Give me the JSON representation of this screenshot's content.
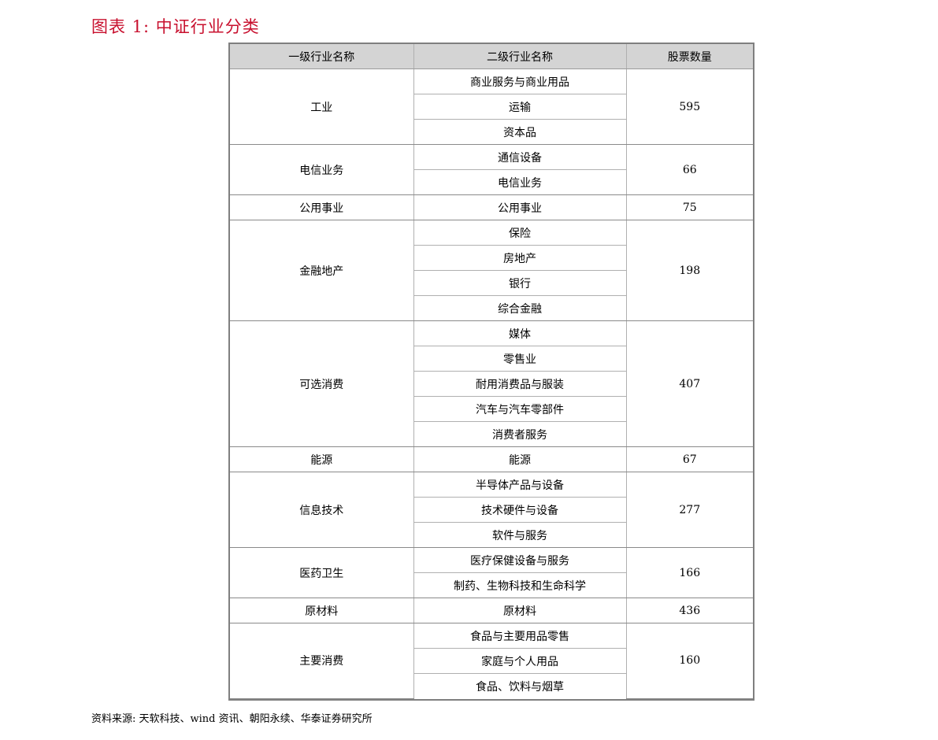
{
  "figure": {
    "title": "图表 1:  中证行业分类"
  },
  "table": {
    "headers": [
      "一级行业名称",
      "二级行业名称",
      "股票数量"
    ],
    "groups": [
      {
        "level1": "工业",
        "level2": [
          "商业服务与商业用品",
          "运输",
          "资本品"
        ],
        "count": "595"
      },
      {
        "level1": "电信业务",
        "level2": [
          "通信设备",
          "电信业务"
        ],
        "count": "66"
      },
      {
        "level1": "公用事业",
        "level2": [
          "公用事业"
        ],
        "count": "75"
      },
      {
        "level1": "金融地产",
        "level2": [
          "保险",
          "房地产",
          "银行",
          "综合金融"
        ],
        "count": "198"
      },
      {
        "level1": "可选消费",
        "level2": [
          "媒体",
          "零售业",
          "耐用消费品与服装",
          "汽车与汽车零部件",
          "消费者服务"
        ],
        "count": "407"
      },
      {
        "level1": "能源",
        "level2": [
          "能源"
        ],
        "count": "67"
      },
      {
        "level1": "信息技术",
        "level2": [
          "半导体产品与设备",
          "技术硬件与设备",
          "软件与服务"
        ],
        "count": "277"
      },
      {
        "level1": "医药卫生",
        "level2": [
          "医疗保健设备与服务",
          "制药、生物科技和生命科学"
        ],
        "count": "166"
      },
      {
        "level1": "原材料",
        "level2": [
          "原材料"
        ],
        "count": "436"
      },
      {
        "level1": "主要消费",
        "level2": [
          "食品与主要用品零售",
          "家庭与个人用品",
          "食品、饮料与烟草"
        ],
        "count": "160"
      }
    ]
  },
  "source": {
    "text": "资料来源:  天软科技、wind 资讯、朝阳永续、华泰证券研究所"
  }
}
